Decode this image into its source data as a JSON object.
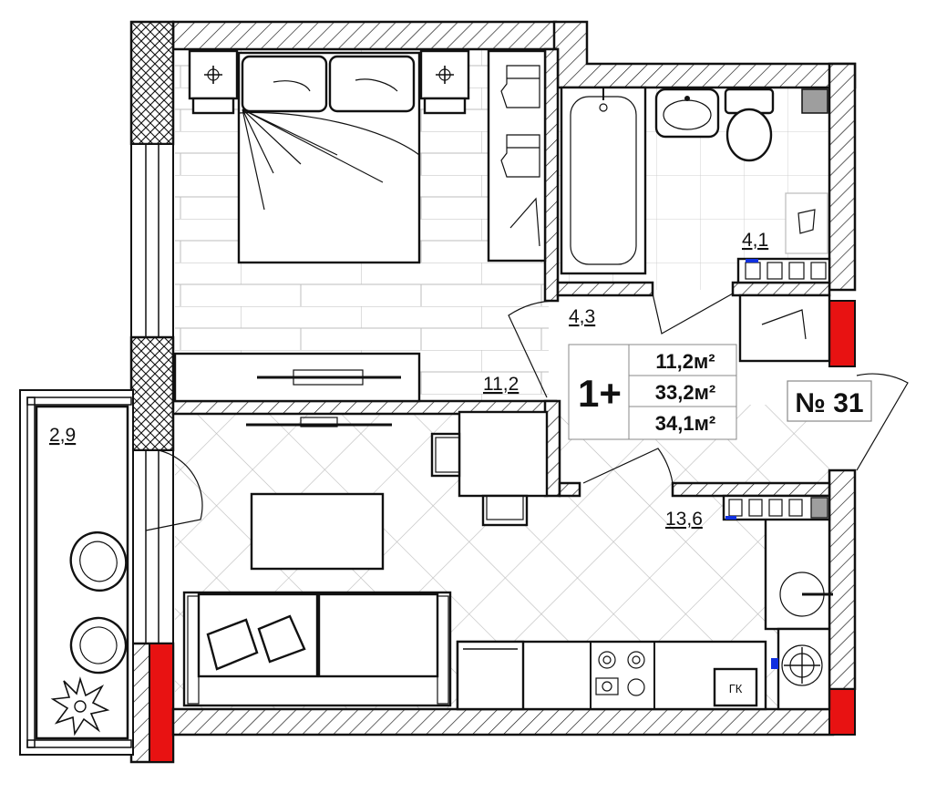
{
  "apartment": {
    "number_label": "№ 31",
    "type_label": "1+",
    "areas": [
      "11,2м²",
      "33,2м²",
      "34,1м²"
    ]
  },
  "rooms": {
    "bathroom": "4,1",
    "hall": "4,3",
    "bedroom": "11,2",
    "balcony": "2,9",
    "kitchen_living": "13,6"
  },
  "fixtures": {
    "boiler_label": "ГК"
  },
  "colors": {
    "wall_lines": "#111111",
    "load_bearing_column": "#e81212",
    "meter_marker": "#1030e0",
    "tile_lines": "#bdbdbd",
    "shower_tray": "#9e9e9e"
  }
}
